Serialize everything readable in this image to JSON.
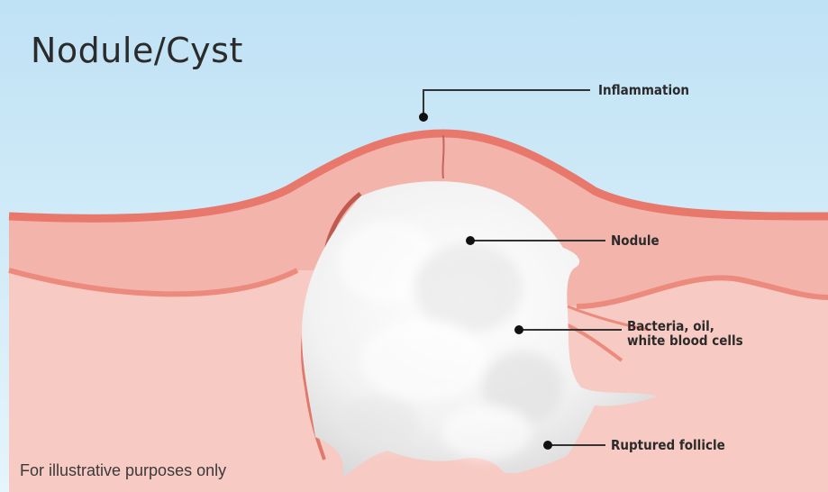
{
  "title": "Nodule/Cyst",
  "labels": {
    "inflammation": "Inflammation",
    "nodule": "Nodule",
    "bacteria_line1": "Bacteria, oil,",
    "bacteria_line2": "white blood cells",
    "ruptured_follicle": "Ruptured follicle"
  },
  "footer": "For illustrative purposes only",
  "colors": {
    "sky": "#d4ecf8",
    "epidermis": "#f0a8a0",
    "epidermis_edge": "#e8786c",
    "dermis": "#f6c7c0",
    "nodule": "#f4f4f4"
  }
}
